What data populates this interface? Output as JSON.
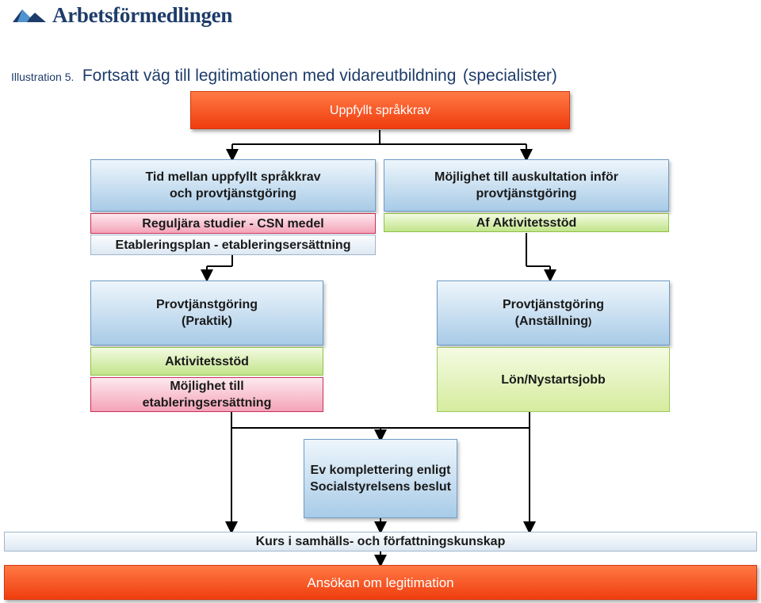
{
  "logo": {
    "icon": "arbetsformedlingen-logo-icon",
    "text": "Arbetsförmedlingen"
  },
  "caption": {
    "label": "Illustration 5.",
    "title": "Fortsatt väg till legitimationen med vidareutbildning",
    "subtitle": "(specialister)"
  },
  "nodes": {
    "top": "Uppfyllt språkkrav",
    "left_header": "Tid mellan uppfyllt språkkrav och provtjänstgöring",
    "left_item1": "Reguljära studier - CSN medel",
    "left_item2": "Etableringsplan - etableringsersättning",
    "right_header": "Möjlighet till auskultation inför provtjänstgöring",
    "right_item1": "Af Aktivitetsstöd",
    "praktik_header": "Provtjänstgöring (Praktik)",
    "praktik_item1": "Aktivitetsstöd",
    "praktik_item2": "Möjlighet till etableringsersättning",
    "anst_header_main": "Provtjänstgöring (Anställning",
    "anst_header_paren": ")",
    "anst_item1": "Lön/Nystartsjobb",
    "komplettering": "Ev komplettering enligt Socialstyrelsens beslut",
    "kurs": "Kurs i samhälls- och författningskunskap",
    "ansokan": "Ansökan om legitimation"
  },
  "colors": {
    "orange": "#f03c0e",
    "blue": "#a8cbe7",
    "pink": "#f4a3b8",
    "green": "#c2e48a",
    "brand": "#1e3c6a"
  }
}
